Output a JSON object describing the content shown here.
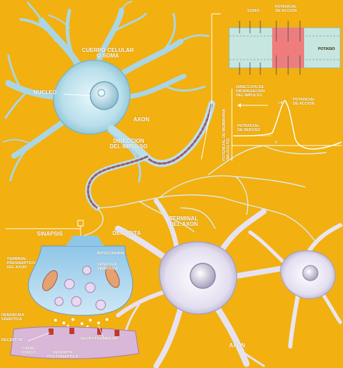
{
  "colors": {
    "background": "#f2b011",
    "neuron_blue": "#bfe3ee",
    "neuron_blue_dark": "#7fb4c6",
    "neuron_purple": "#e7e2f0",
    "axon_red": "#9b5a6c",
    "action_zone": "#f07d7d",
    "channel_band": "#c7e6e0",
    "synapse_fill": "#b7d9ef",
    "membrane": "#d8b7d8"
  },
  "labels": {
    "cell_body": "CUERPO CELULAR",
    "soma": "O SOMA",
    "nucleus": "NUCLEO",
    "axon_top": "AXON",
    "impulse_dir_1": "DIRECCION",
    "impulse_dir_2": "DEL IMPULSO",
    "synapse": "SINAPSIS",
    "dendrite": "DENDRITA",
    "axon_terminal_1": "TERMINAL",
    "axon_terminal_2": "DEL AXON",
    "axon_bottom": "AXON"
  },
  "synapse_labels": {
    "presynaptic_1": "TERMINAL",
    "presynaptic_2": "PRESINAPTICO",
    "presynaptic_3": "DEL AXON",
    "mitochondria": "MITOCONDRIA",
    "vesicle_1": "VESICULA",
    "vesicle_2": "SINAPTICA",
    "cleft_1": "HENDIDURA",
    "cleft_2": "SINAPTICA",
    "receptor": "RECEPTOR",
    "neurotransmitter": "NEUROTRASMISOR",
    "ionic_channel_1": "CANAL",
    "ionic_channel_2": "IONICO",
    "postsynaptic_1": "DENDRITA",
    "postsynaptic_2": "POSTSINAPTICA"
  },
  "potential_labels": {
    "sodium": "SODIO",
    "action_potential_1": "POTENCIAL",
    "action_potential_2": "DE ACCION",
    "potassium": "POTASIO",
    "membrane_potential_1": "POTENCIAL DE MEMBRANA",
    "membrane_potential_2": "(MILIVOLTS)",
    "propagation_1": "DIRECCION DE",
    "propagation_2": "PROPAGACION",
    "propagation_3": "DEL IMPULSO",
    "plus_40": "+40",
    "action_potential_b1": "POTENCIAL",
    "action_potential_b2": "DE ACCION",
    "rest_potential_1": "POTENCIAL",
    "rest_potential_2": "DE REPOSO",
    "zero": "0"
  }
}
